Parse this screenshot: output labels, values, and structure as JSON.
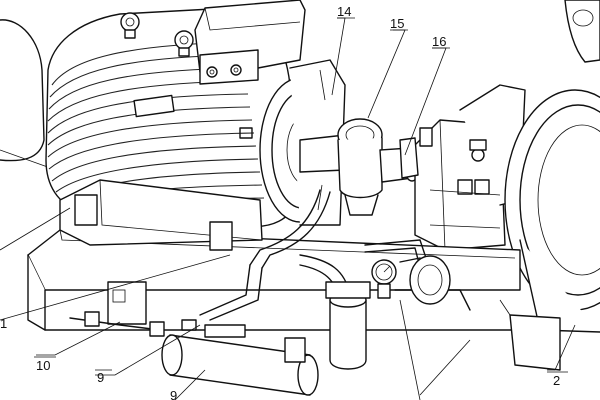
{
  "callouts": [
    {
      "id": "14",
      "label": "14"
    },
    {
      "id": "15",
      "label": "15"
    },
    {
      "id": "16",
      "label": "16"
    },
    {
      "id": "1",
      "label": "1"
    },
    {
      "id": "10",
      "label": "10"
    },
    {
      "id": "9",
      "label": "9"
    },
    {
      "id": "8",
      "label": "9"
    },
    {
      "id": "2",
      "label": "2"
    }
  ],
  "colors": {
    "ink": "#111111",
    "paper": "#ffffff"
  }
}
